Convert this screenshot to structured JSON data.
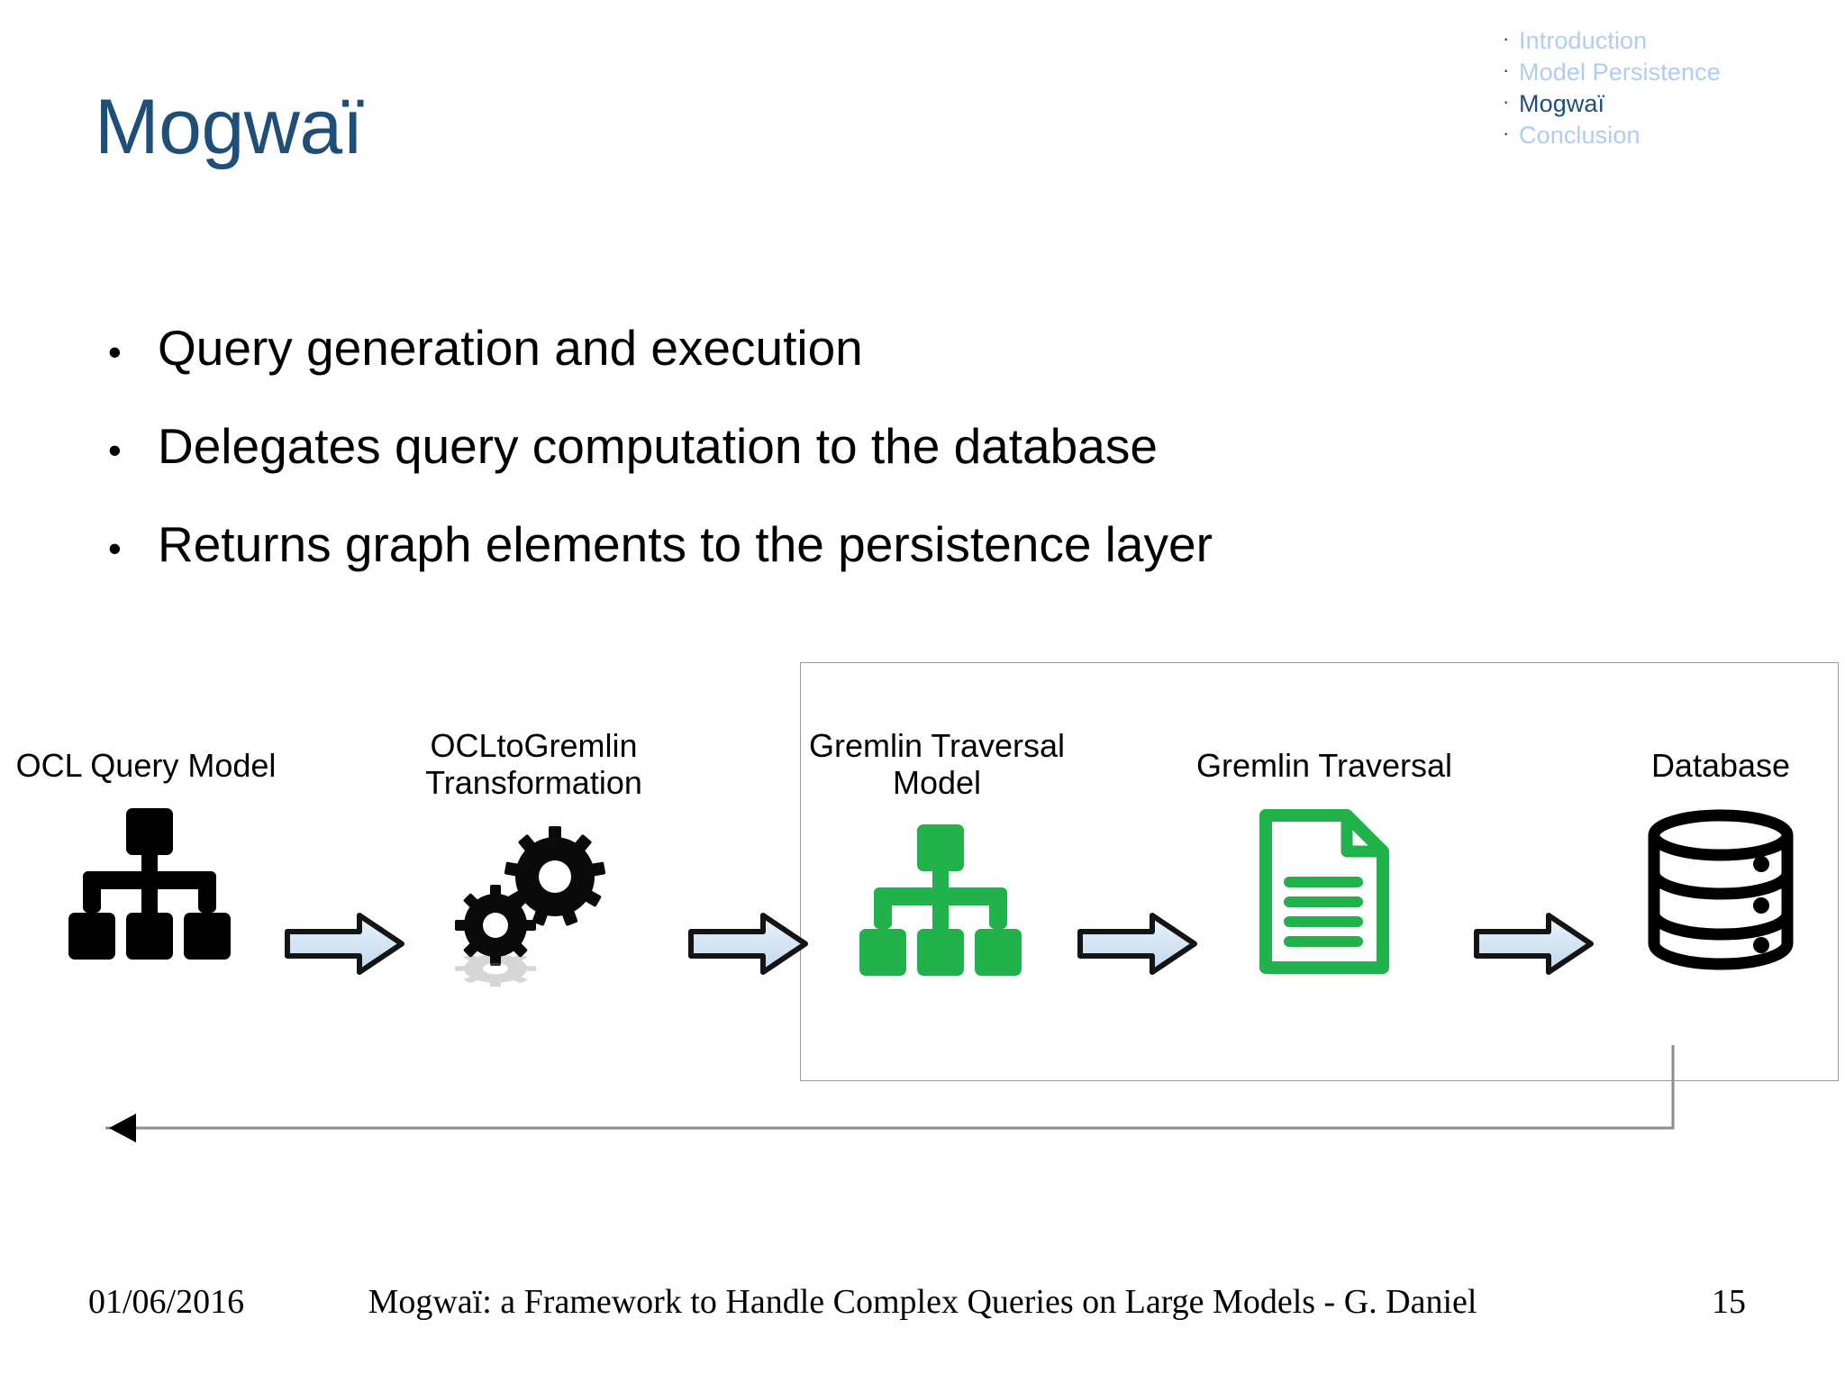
{
  "nav": {
    "bullet_glyph": "·",
    "items": [
      {
        "label": "Introduction",
        "state": "inactive"
      },
      {
        "label": "Model Persistence",
        "state": "inactive"
      },
      {
        "label": "Mogwaï",
        "state": "active"
      },
      {
        "label": "Conclusion",
        "state": "inactive"
      }
    ],
    "inactive_color": "#aecdf2",
    "active_color": "#1f4e79"
  },
  "title": "Mogwaï",
  "title_color": "#1f4e79",
  "bullets": {
    "dot_glyph": "•",
    "items": [
      "Query generation and execution",
      "Delegates query computation to the database",
      "Returns graph elements to the persistence layer"
    ]
  },
  "diagram": {
    "stages": [
      {
        "label": "OCL Query Model",
        "icon": "tree-model-black-icon"
      },
      {
        "label": "OCLtoGremlin\nTransformation",
        "icon": "gears-icon"
      },
      {
        "label": "Gremlin Traversal\nModel",
        "icon": "tree-model-green-icon"
      },
      {
        "label": "Gremlin Traversal",
        "icon": "document-green-icon"
      },
      {
        "label": "Database",
        "icon": "database-cylinder-icon"
      }
    ],
    "arrow_count": 4,
    "arrow_fill": "#cfe0f2",
    "arrow_stroke": "#1a1a1a",
    "group_box_stroke": "#9a9a9a",
    "green_color": "#22b24c",
    "feedback_line_color": "#8c8c8c"
  },
  "footer": {
    "date": "01/06/2016",
    "title": "Mogwaï: a Framework to Handle Complex Queries on Large Models - G. Daniel",
    "page": "15"
  }
}
